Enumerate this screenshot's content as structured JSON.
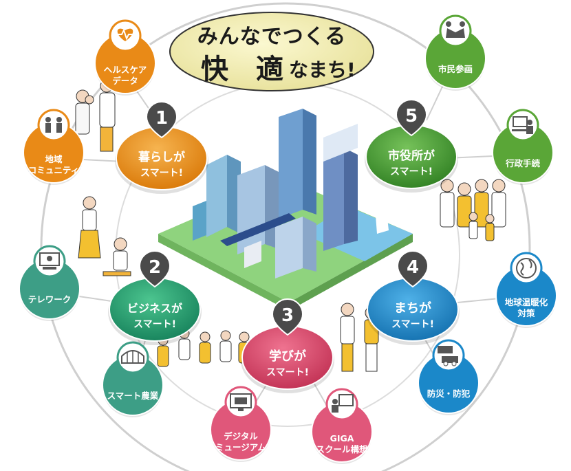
{
  "title": {
    "line1": "みんなでつくる",
    "line2_big1": "快",
    "line2_big2": "適",
    "line2_rest": "なまち!"
  },
  "hubs": [
    {
      "number": "1",
      "line1": "暮らしが",
      "line2": "スマート!",
      "color": "#e98a17"
    },
    {
      "number": "2",
      "line1": "ビジネスが",
      "line2": "スマート!",
      "color": "#1f9e6b"
    },
    {
      "number": "3",
      "line1": "学びが",
      "line2": "スマート!",
      "color": "#d9405f"
    },
    {
      "number": "4",
      "line1": "まちが",
      "line2": "スマート!",
      "color": "#1b88c9"
    },
    {
      "number": "5",
      "line1": "市役所が",
      "line2": "スマート!",
      "color": "#3f9a2f"
    }
  ],
  "satellites": [
    {
      "line1": "ヘルスケア",
      "line2": "データ",
      "icon": "heart-pulse-icon",
      "color": "#e98a17"
    },
    {
      "line1": "地域",
      "line2": "コミュニティ",
      "icon": "community-icon",
      "color": "#e98a17"
    },
    {
      "line1": "テレワーク",
      "line2": "",
      "icon": "telework-icon",
      "color": "#3d9e86"
    },
    {
      "line1": "スマート農業",
      "line2": "",
      "icon": "greenhouse-icon",
      "color": "#3d9e86"
    },
    {
      "line1": "デジタル",
      "line2": "ミュージアム",
      "icon": "museum-monitor-icon",
      "color": "#e0577a"
    },
    {
      "line1": "GIGA",
      "line2": "スクール構想",
      "icon": "online-class-icon",
      "color": "#e0577a"
    },
    {
      "line1": "防災・防犯",
      "line2": "",
      "icon": "emergency-vehicles-icon",
      "color": "#1b88c9"
    },
    {
      "line1": "地球温暖化",
      "line2": "対策",
      "icon": "globe-icon",
      "color": "#1b88c9"
    },
    {
      "line1": "行政手続",
      "line2": "",
      "icon": "pc-user-icon",
      "color": "#5aa637"
    },
    {
      "line1": "市民参画",
      "line2": "",
      "icon": "handshake-icon",
      "color": "#5aa637"
    }
  ]
}
